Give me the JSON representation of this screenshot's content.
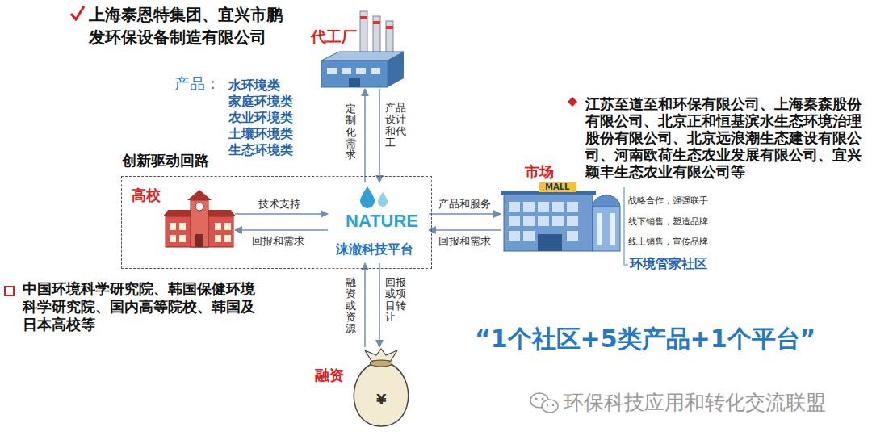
{
  "diagram": {
    "nodes": [
      {
        "text": [
          "代工厂"
        ]
      },
      {
        "text": [
          "创新驱动回路"
        ]
      },
      {
        "text": [
          "高校"
        ],
        "in": 1
      },
      {
        "text": [
          "NATURE",
          "涞澈科技平台"
        ],
        "in": 1
      },
      {
        "text": [
          "市场"
        ]
      },
      {
        "text": [
          "融资",
          "¥"
        ]
      }
    ],
    "edges": [
      {
        "from": 3,
        "to": 0,
        "arrow": "to",
        "label": "定制化需求"
      },
      {
        "from": 0,
        "to": 3,
        "arrow": "to",
        "label": "产品设计和代工"
      },
      {
        "from": 2,
        "to": 3,
        "arrow": "to",
        "label": "技术支持"
      },
      {
        "from": 3,
        "to": 2,
        "arrow": "to",
        "label": "回报和需求"
      },
      {
        "from": 3,
        "to": 4,
        "arrow": "to",
        "label": "产品和服务"
      },
      {
        "from": 4,
        "to": 3,
        "arrow": "to",
        "label": "回报和需求"
      },
      {
        "from": 5,
        "to": 3,
        "arrow": "to",
        "label": "融资或资源"
      },
      {
        "from": 3,
        "to": 5,
        "arrow": "to",
        "label": "回报或项目转让"
      }
    ],
    "labels": [
      "上海泰恩特集团、宜兴市鹏发环保设备制造有限公司",
      "产品：",
      "水环境类",
      "家庭环境类",
      "农业环境类",
      "土壤环境类",
      "生态环境类",
      "江苏至道至和环保有限公司、上海秦森股份有限公司、北京正和恒基滨水生态环境治理股份有限公司、北京远浪潮生态建设有限公司、河南欧荷生态农业发展有限公司、宜兴颖丰生态农业有限公司等",
      "MALL",
      "战略合作，强强联手",
      "线下销售，塑造品牌",
      "线上销售，宣传品牌",
      "环境管家社区",
      "中国环境科学研究院、韩国保健环境科学研究院、国内高等院校、韩国及日本高校等",
      "“1个社区+5类产品+1个平台”",
      "环保科技应用和转化交流联盟"
    ]
  }
}
